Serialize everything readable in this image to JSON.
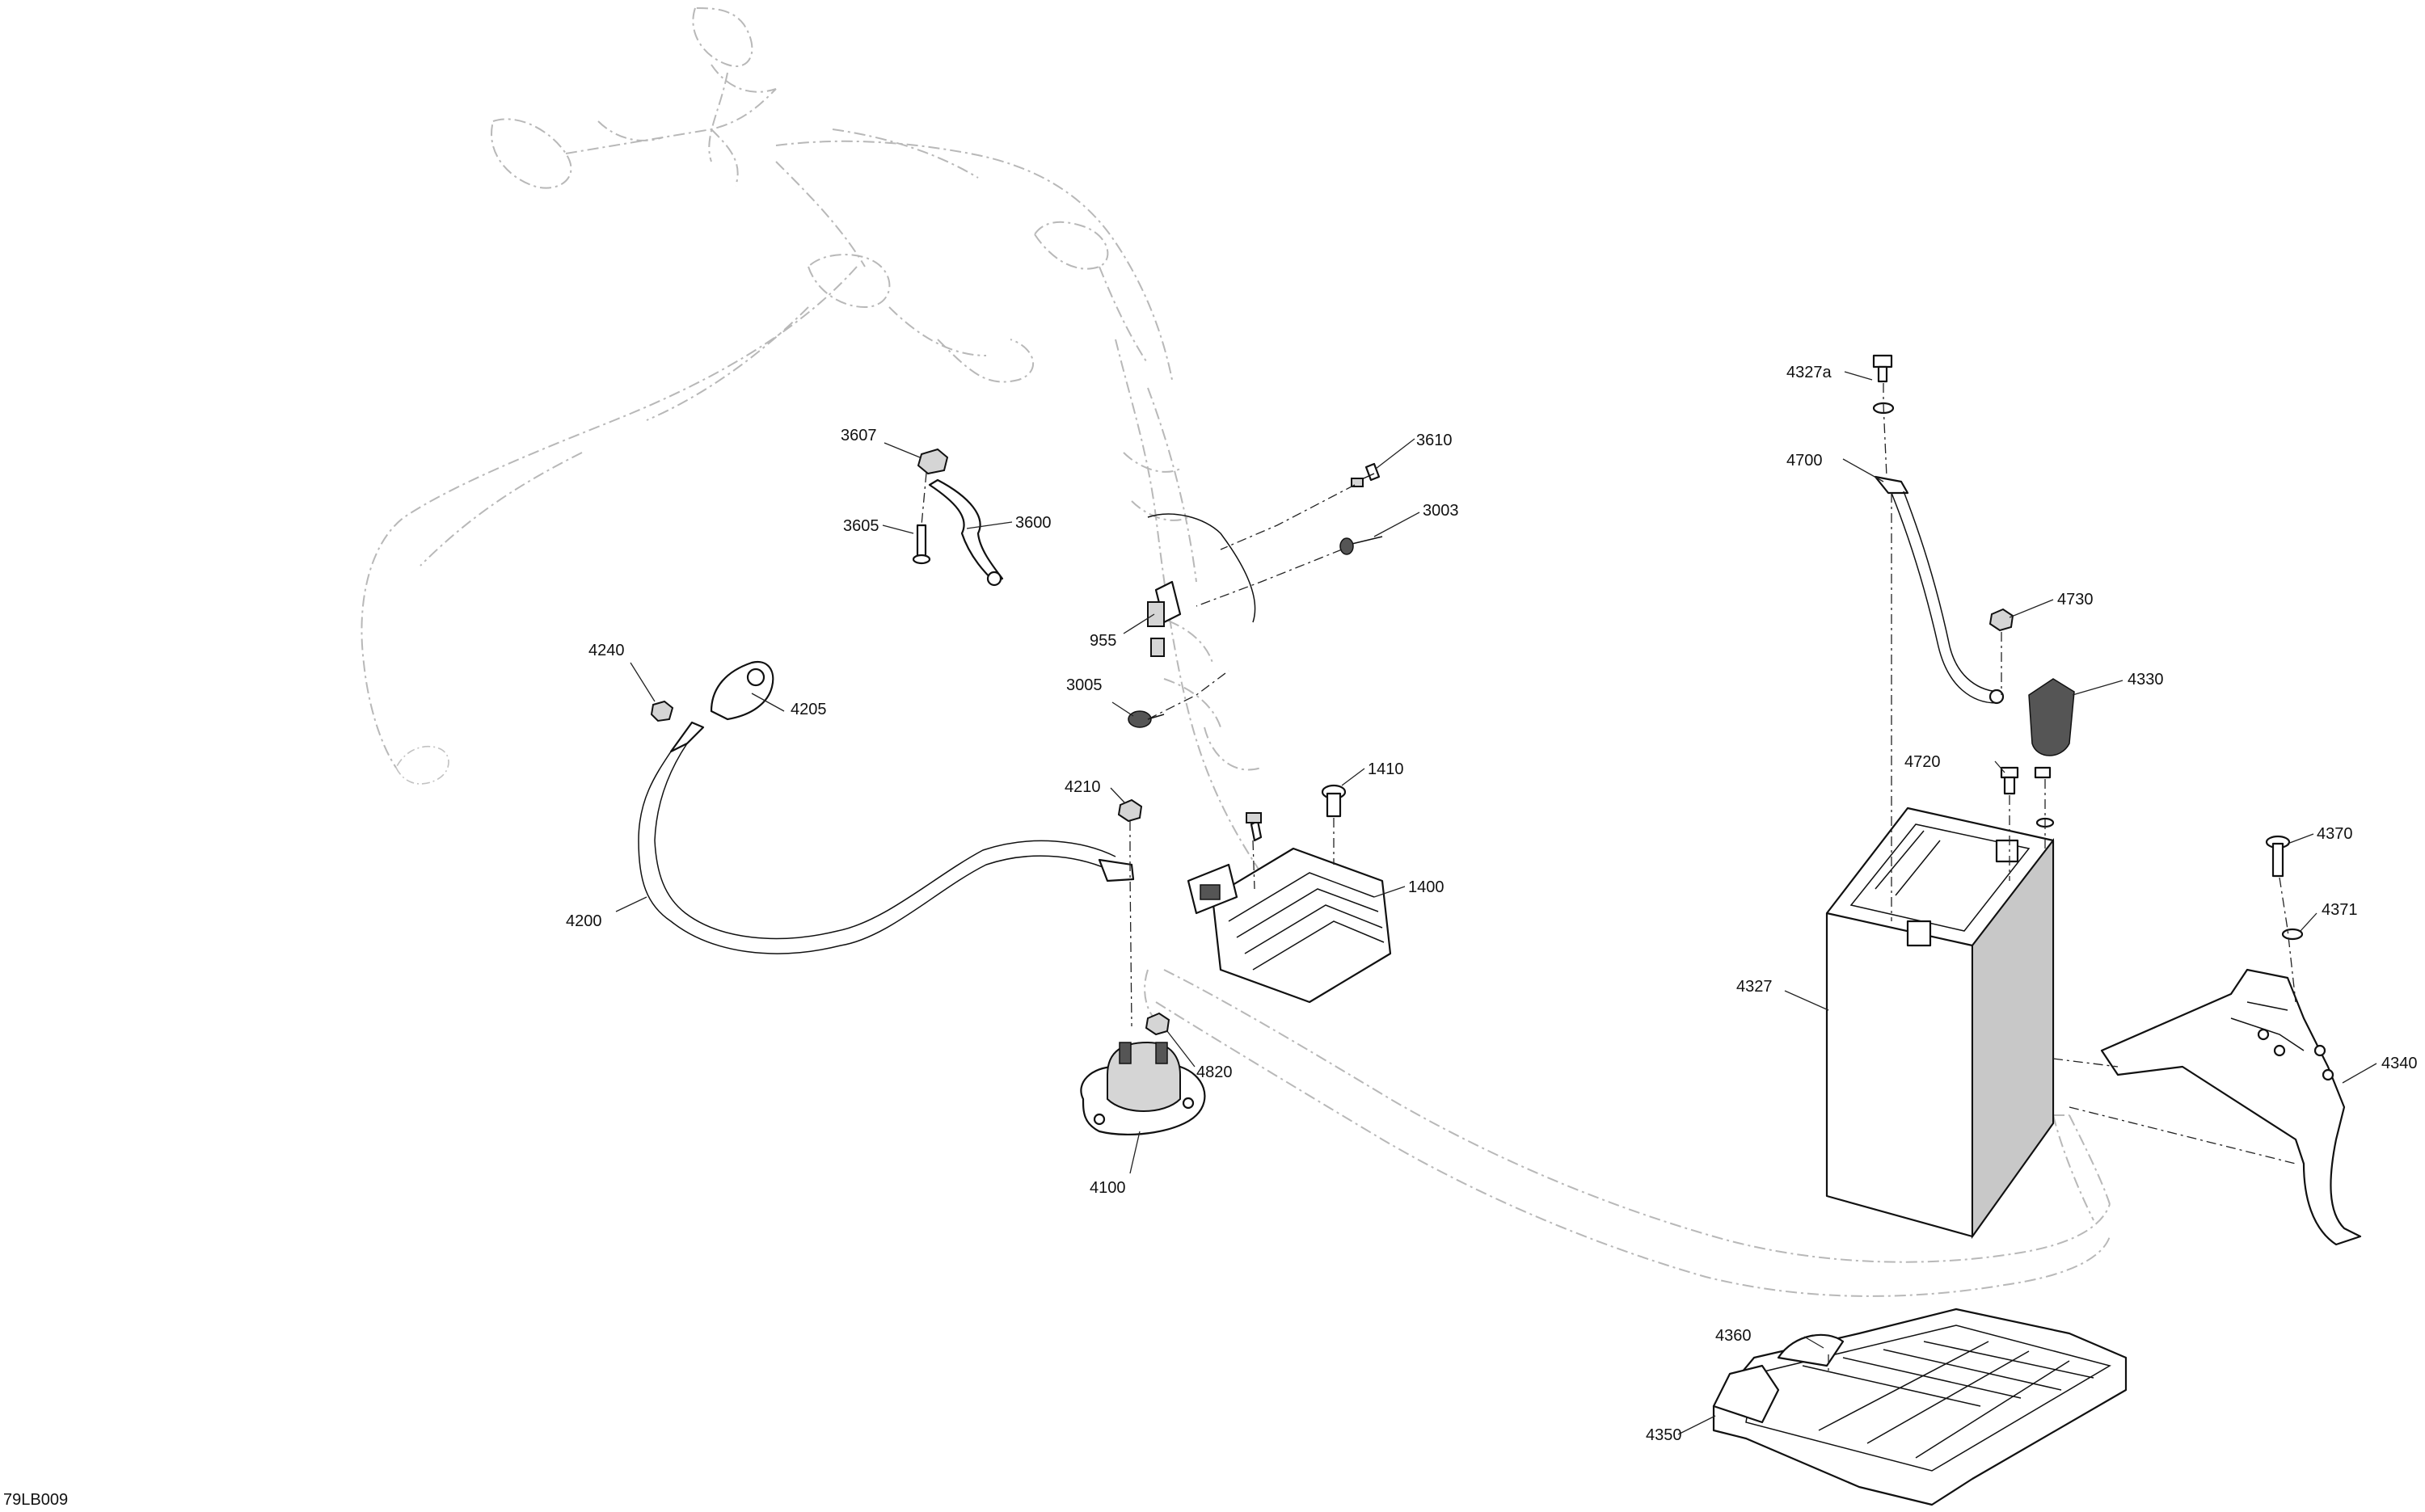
{
  "diagram_code": "79LB009",
  "callouts": {
    "c3607": "3607",
    "c3610": "3610",
    "c3605": "3605",
    "c3600": "3600",
    "c3003": "3003",
    "c955": "955",
    "c4240": "4240",
    "c4205": "4205",
    "c3005": "3005",
    "c1410": "1410",
    "c4210": "4210",
    "c1400": "1400",
    "c4200": "4200",
    "c4820": "4820",
    "c4100": "4100",
    "c4327a": "4327a",
    "c4700": "4700",
    "c4730": "4730",
    "c4330": "4330",
    "c4720": "4720",
    "c4370": "4370",
    "c4371": "4371",
    "c4327": "4327",
    "c4340": "4340",
    "c4360": "4360",
    "c4350": "4350"
  }
}
